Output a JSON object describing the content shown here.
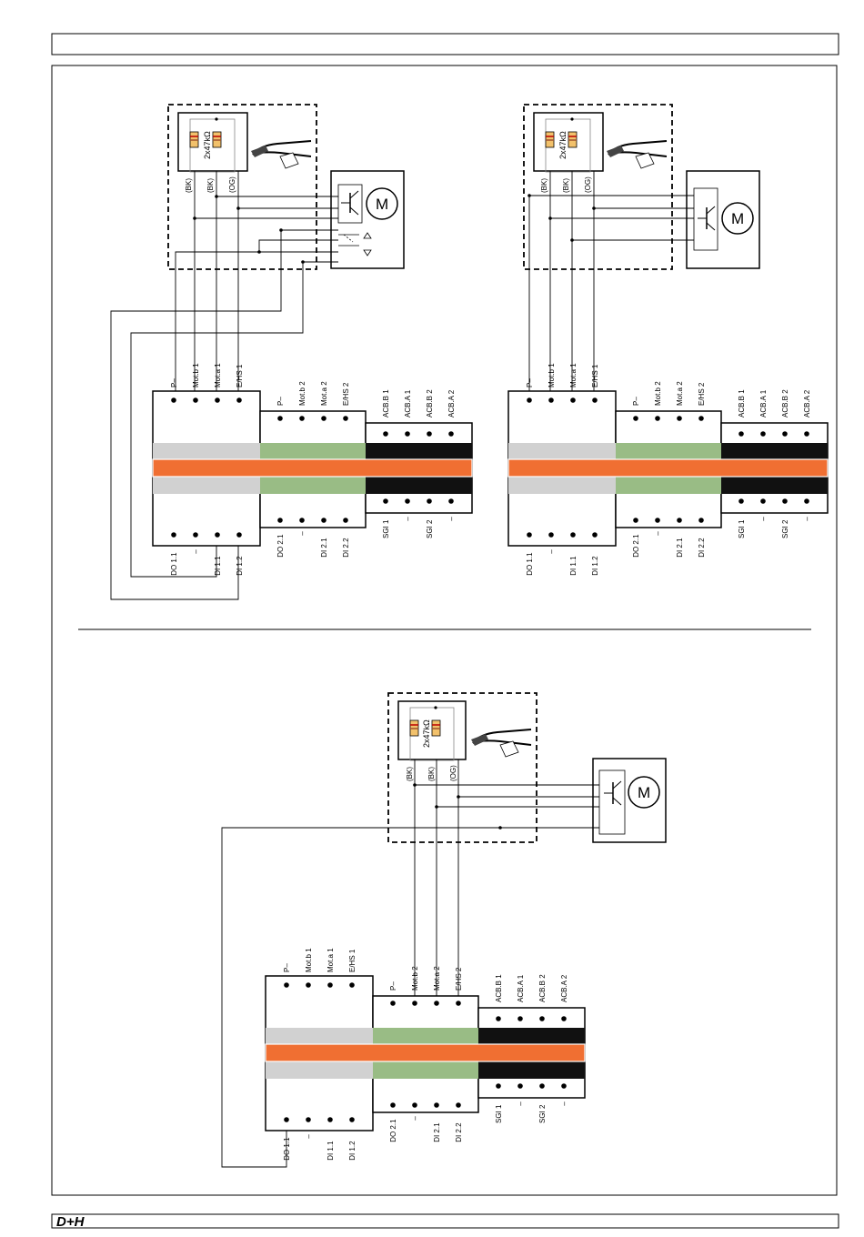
{
  "logo_text": "D+H",
  "colors": {
    "grey_band": "#d1d1d1",
    "green_band": "#99bc85",
    "black_band": "#111111",
    "orange_band": "#f06f32"
  },
  "icons": [
    "resistor-icon",
    "motor-icon",
    "transistor-icon",
    "cable-icon",
    "switch-icon"
  ],
  "sensor": {
    "resistor_label": "2x47kΩ",
    "wire_labels": [
      "(BK)",
      "(BK)",
      "(OG)"
    ]
  },
  "motor_label": "M",
  "module": {
    "top_left": [
      "P–",
      "Mot.b 1",
      "Mot.a 1",
      "E/HS 1"
    ],
    "top_mid": [
      "P–",
      "Mot.b 2",
      "Mot.a 2",
      "E/HS 2"
    ],
    "top_right": [
      "ACB.B 1",
      "ACB.A 1",
      "ACB.B 2",
      "ACB.A 2"
    ],
    "bottom_left": [
      "DO 1.1",
      "–",
      "DI 1.1",
      "DI 1.2"
    ],
    "bottom_mid": [
      "DO 2.1",
      "–",
      "DI 2.1",
      "DI 2.2"
    ],
    "bottom_right": [
      "SGI 1",
      "–",
      "SGI 2",
      "–"
    ]
  }
}
